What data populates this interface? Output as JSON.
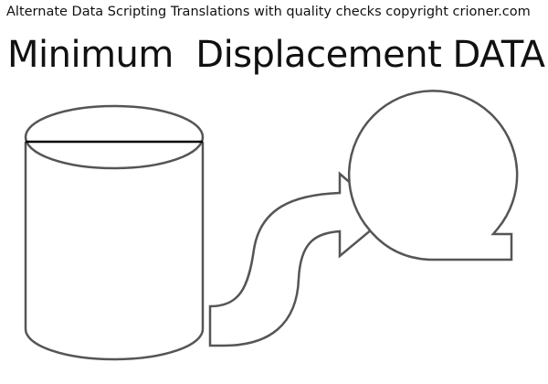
{
  "caption": "Alternate Data Scripting Translations with quality checks copyright crioner.com",
  "headline": "Minimum  Displacement DATA",
  "colors": {
    "background": "#ffffff",
    "text": "#111111",
    "outline": "#555555",
    "cylinder_top_line": "#000000"
  },
  "shapes": {
    "left": "database-cylinder",
    "middle": "curved-arrow",
    "right": "loop-arrow-circle"
  }
}
